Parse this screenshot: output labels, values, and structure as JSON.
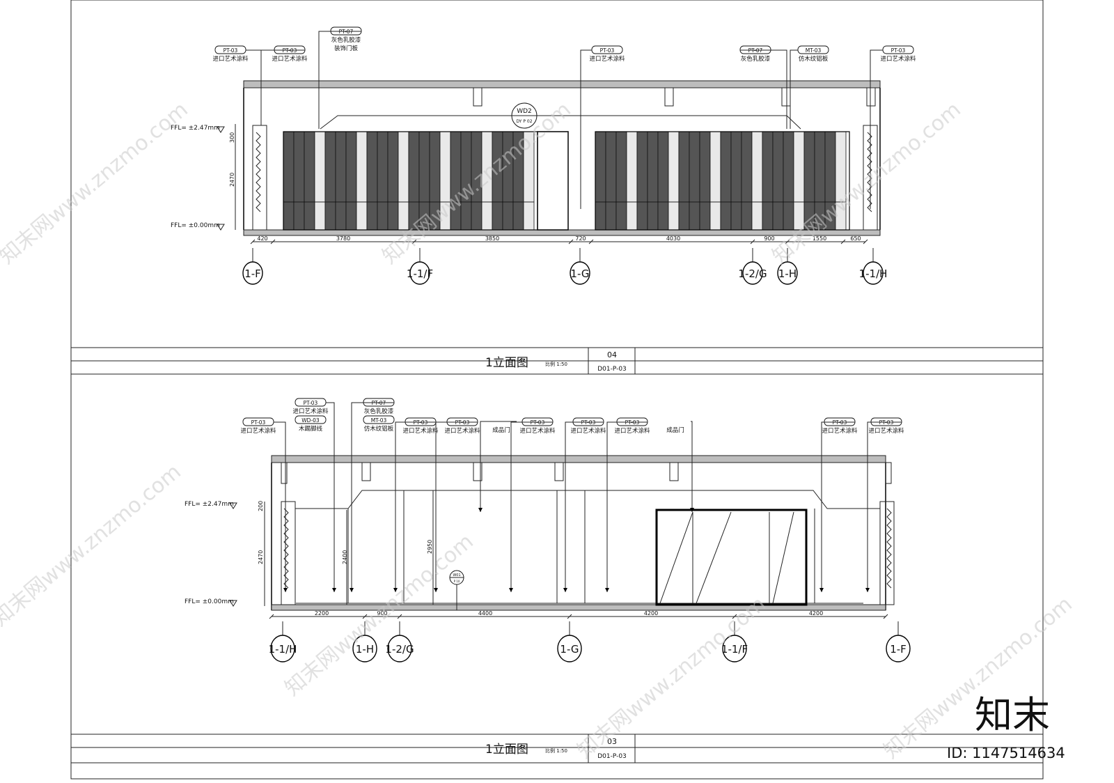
{
  "watermark": {
    "brand_glyphs": "知末",
    "site_text": "知末网www.znzmo.com",
    "id_text": "ID: 1147514634"
  },
  "sheets": [
    {
      "title_block": {
        "title": "1立面图",
        "scale": "比例 1:50",
        "number": "04",
        "code": "D01-P-03"
      },
      "levels": [
        "FFL= ±2.47mm",
        "FFL= ±0.00mm"
      ],
      "vertical_dims": [
        "300",
        "2470"
      ],
      "dims": [
        "420",
        "3780",
        "3850",
        "720",
        "4030",
        "900",
        "1550",
        "650"
      ],
      "grid": [
        "1-F",
        "1-1/F",
        "1-G",
        "1-2/G",
        "1-H",
        "1-1/H"
      ],
      "labels": [
        {
          "tag": "PT-03",
          "text": "进口艺术涂料"
        },
        {
          "tag": "PT-03",
          "text": "进口艺术涂料"
        },
        {
          "tag": "PT-07",
          "text": "灰色乳胶漆",
          "text2": "装饰门板"
        },
        {
          "tag": "PT-03",
          "text": "进口艺术涂料"
        },
        {
          "tag": "PT-07",
          "text": "灰色乳胶漆"
        },
        {
          "tag": "MT-03",
          "text": "仿木纹铝板"
        },
        {
          "tag": "PT-03",
          "text": "进口艺术涂料"
        }
      ],
      "callout": {
        "top": "WD2",
        "bottom": "DY P 02"
      }
    },
    {
      "title_block": {
        "title": "1立面图",
        "scale": "比例 1:50",
        "number": "03",
        "code": "D01-P-03"
      },
      "levels": [
        "FFL= ±2.47mm",
        "FFL= ±0.00mm"
      ],
      "vertical_dims": [
        "200",
        "2470",
        "2400",
        "2950"
      ],
      "dims": [
        "2200",
        "900",
        "4400",
        "4200",
        "4200"
      ],
      "grid": [
        "1-1/H",
        "1-H",
        "1-2/G",
        "1-G",
        "1-1/F",
        "1-F"
      ],
      "labels": [
        {
          "tag": "PT-03",
          "text": "进口艺术涂料"
        },
        {
          "tag": "PT-03",
          "text": "进口艺术涂料",
          "tag2": "WD-03",
          "text2": "木踢脚线"
        },
        {
          "tag": "PT-07",
          "text": "灰色乳胶漆",
          "tag2": "MT-03",
          "text2": "仿木纹铝板"
        },
        {
          "tag": "PT-03",
          "text": "进口艺术涂料"
        },
        {
          "tag": "PT-03",
          "text": "进口艺术涂料"
        },
        {
          "tag": "",
          "text": "成品门"
        },
        {
          "tag": "PT-03",
          "text": "进口艺术涂料"
        },
        {
          "tag": "PT-03",
          "text": "进口艺术涂料"
        },
        {
          "tag": "PT-03",
          "text": "进口艺术涂料"
        },
        {
          "tag": "",
          "text": "成品门"
        },
        {
          "tag": "PT-03",
          "text": "进口艺术涂料"
        },
        {
          "tag": "PT-03",
          "text": "进口艺术涂料"
        }
      ],
      "callout": {
        "top": "W01",
        "bottom": "P 10"
      }
    }
  ]
}
